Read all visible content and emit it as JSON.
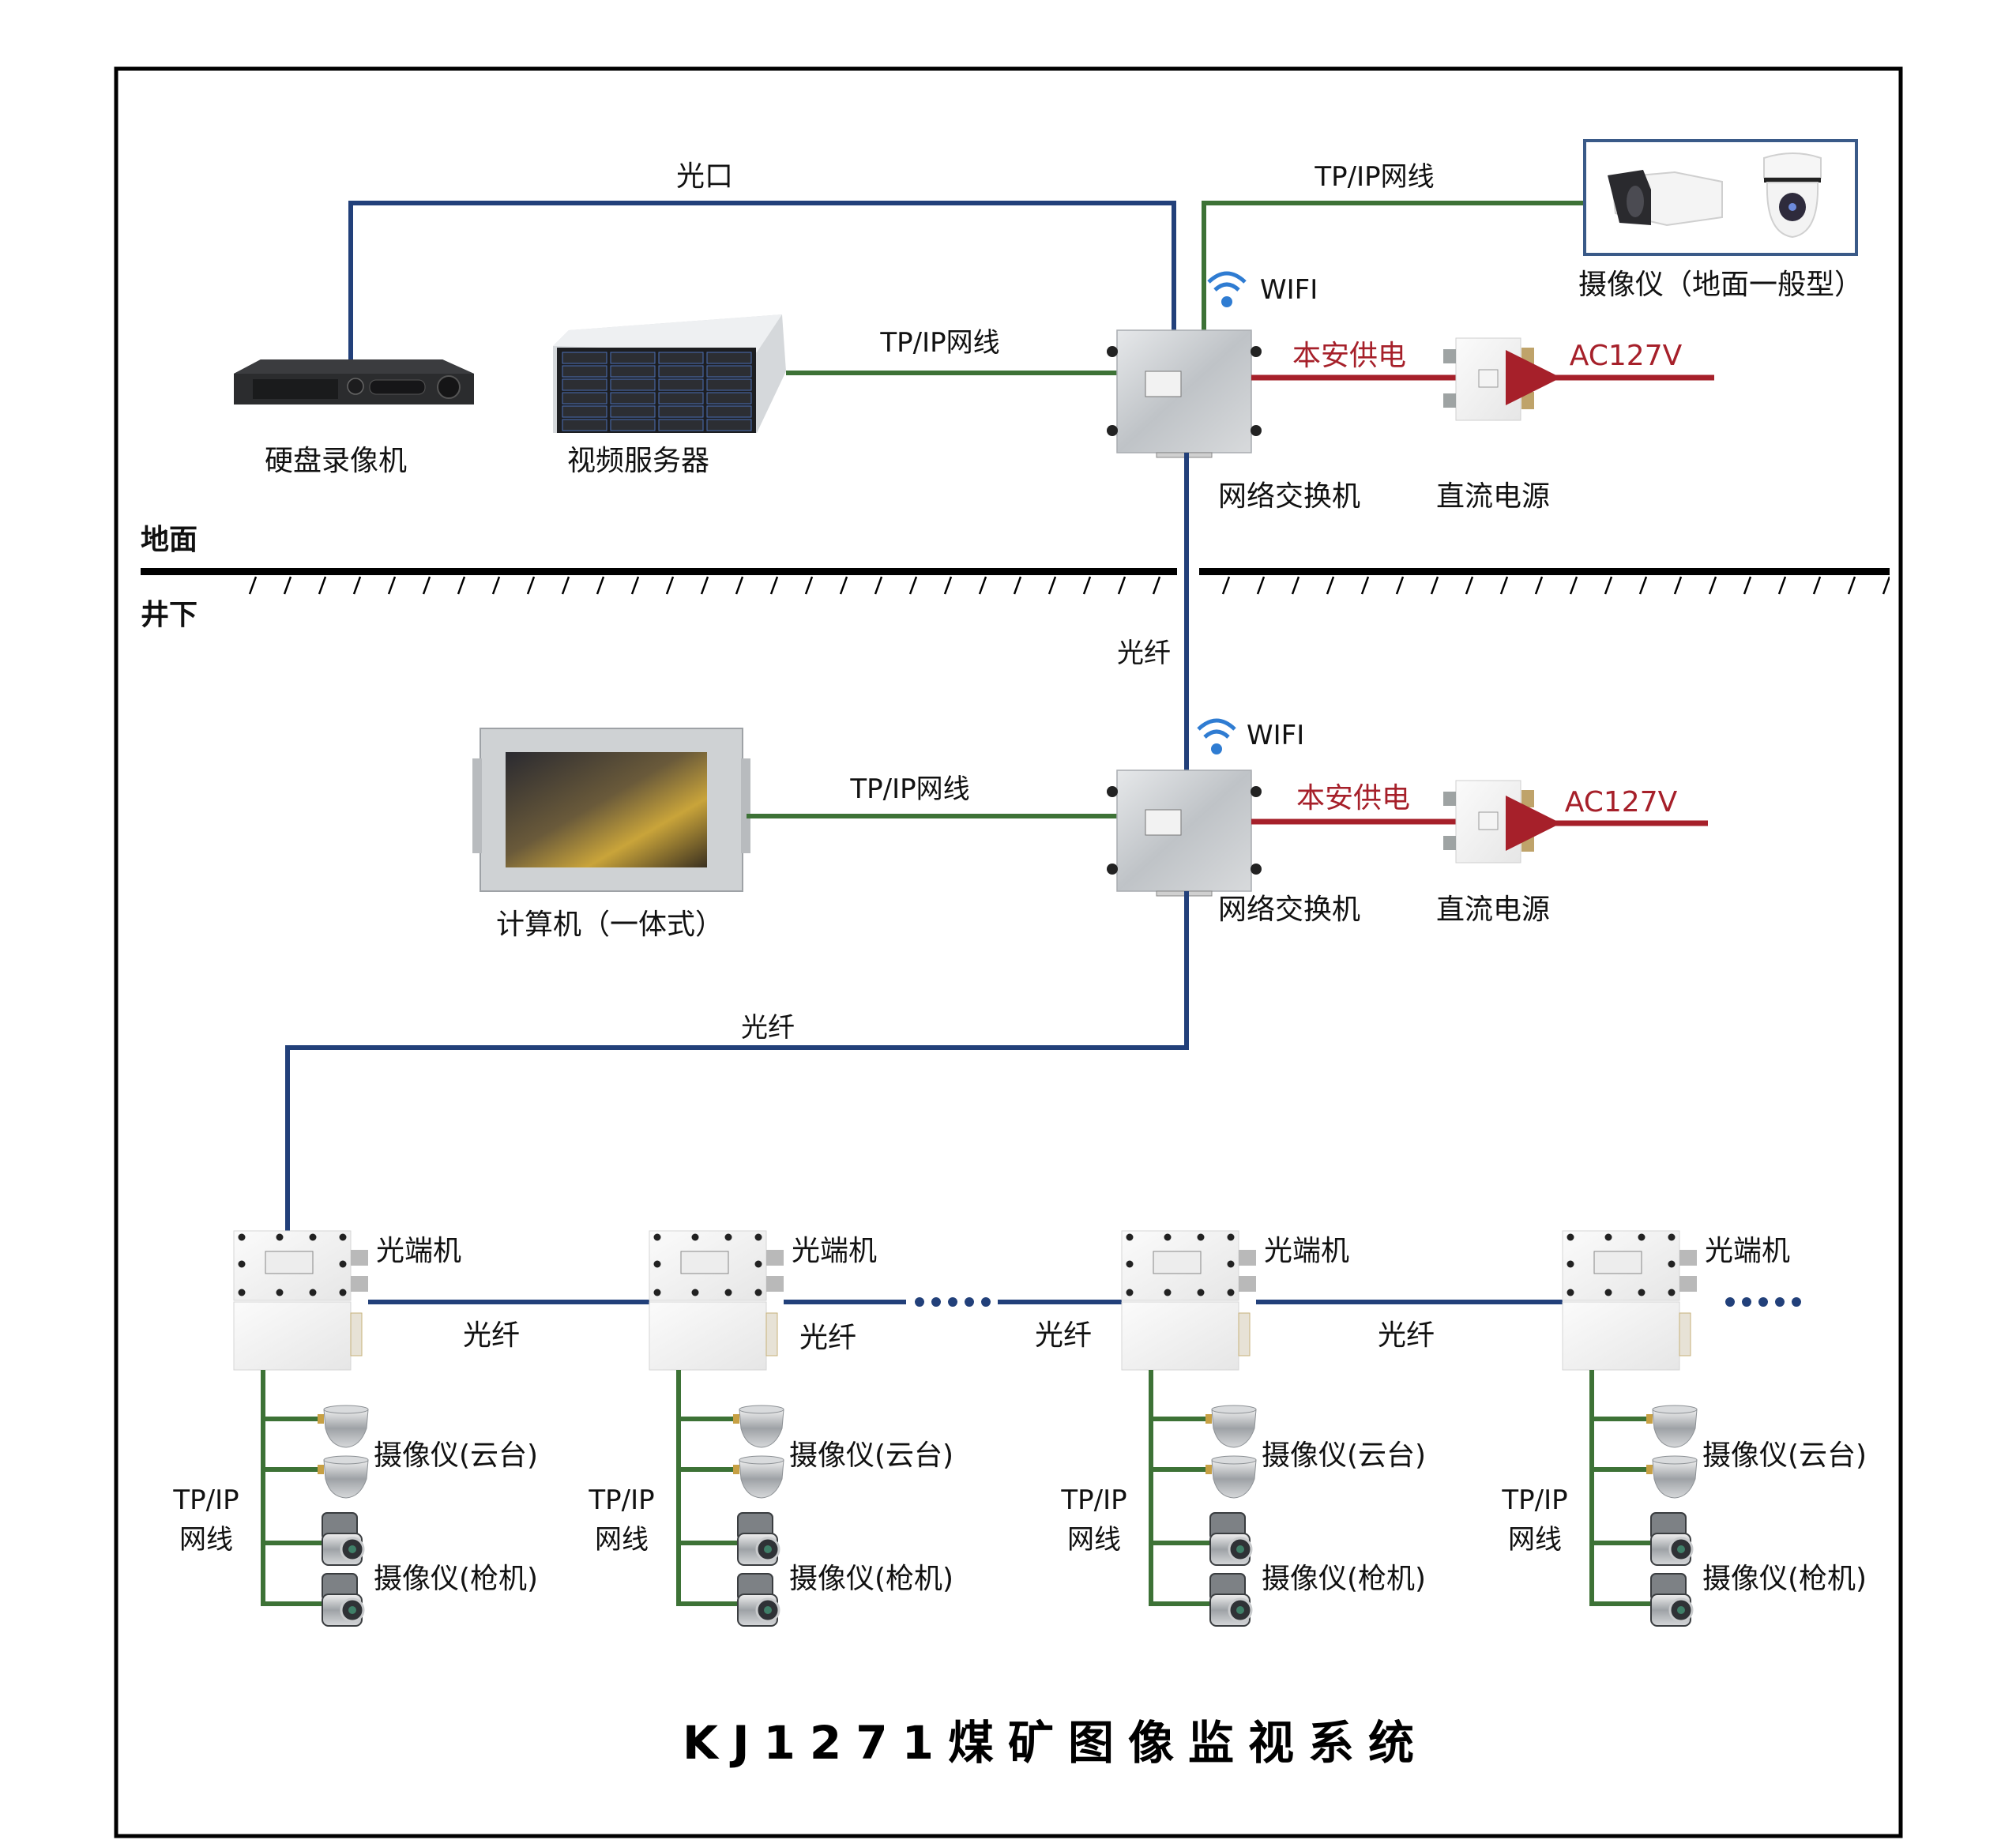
{
  "title": "KJ1271煤矿图像监视系统",
  "colors": {
    "fiber": "#22407a",
    "network": "#3d7236",
    "power": "#a6202a",
    "frame": "#000000",
    "camera_box": "#3a5a88"
  },
  "zones": {
    "surface": "地面",
    "underground": "井下"
  },
  "surface": {
    "nvr_label": "硬盘录像机",
    "server_label": "视频服务器",
    "switch_label": "网络交换机",
    "power_label": "直流电源",
    "camera_label": "摄像仪（地面一般型）",
    "link_optical_port": "光口",
    "link_server": "TP/IP网线",
    "link_camera": "TP/IP网线",
    "wifi": "WIFI",
    "power_link": "本安供电",
    "ac_input": "AC127V"
  },
  "underground": {
    "trunk_label": "光纤",
    "computer_label": "计算机（一体式）",
    "link_computer": "TP/IP网线",
    "switch_label": "网络交换机",
    "power_label": "直流电源",
    "wifi": "WIFI",
    "power_link": "本安供电",
    "ac_input": "AC127V",
    "branch_fiber_label": "光纤",
    "ellipsis": "•••••"
  },
  "terminals": [
    {
      "label": "光端机",
      "link_next": "光纤",
      "net_label_1": "TP/IP",
      "net_label_2": "网线",
      "ptz_label": "摄像仪(云台)",
      "bullet_label": "摄像仪(枪机)"
    },
    {
      "label": "光端机",
      "link_next": "光纤",
      "net_label_1": "TP/IP",
      "net_label_2": "网线",
      "ptz_label": "摄像仪(云台)",
      "bullet_label": "摄像仪(枪机)"
    },
    {
      "label": "光端机",
      "link_next": "光纤",
      "net_label_1": "TP/IP",
      "net_label_2": "网线",
      "ptz_label": "摄像仪(云台)",
      "bullet_label": "摄像仪(枪机)"
    },
    {
      "label": "光端机",
      "link_next": "",
      "net_label_1": "TP/IP",
      "net_label_2": "网线",
      "ptz_label": "摄像仪(云台)",
      "bullet_label": "摄像仪(枪机)"
    }
  ]
}
